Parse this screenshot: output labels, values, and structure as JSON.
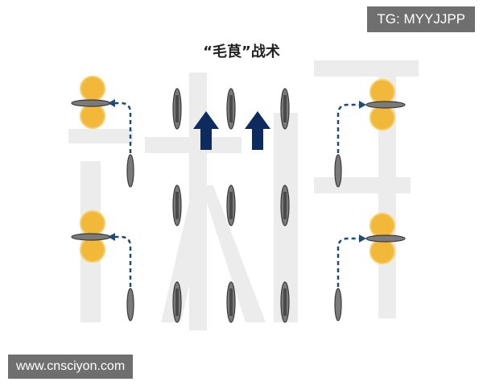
{
  "title": "“毛茛”战术",
  "watermark_top_right": "TG: MYYJJPP",
  "watermark_bottom_left": "www.cnsciyon.com",
  "colors": {
    "arrow": "#0d2b5e",
    "dashed_path": "#1d4b7a",
    "orb": "#f2b83a",
    "ship": "#7a7a7a"
  }
}
